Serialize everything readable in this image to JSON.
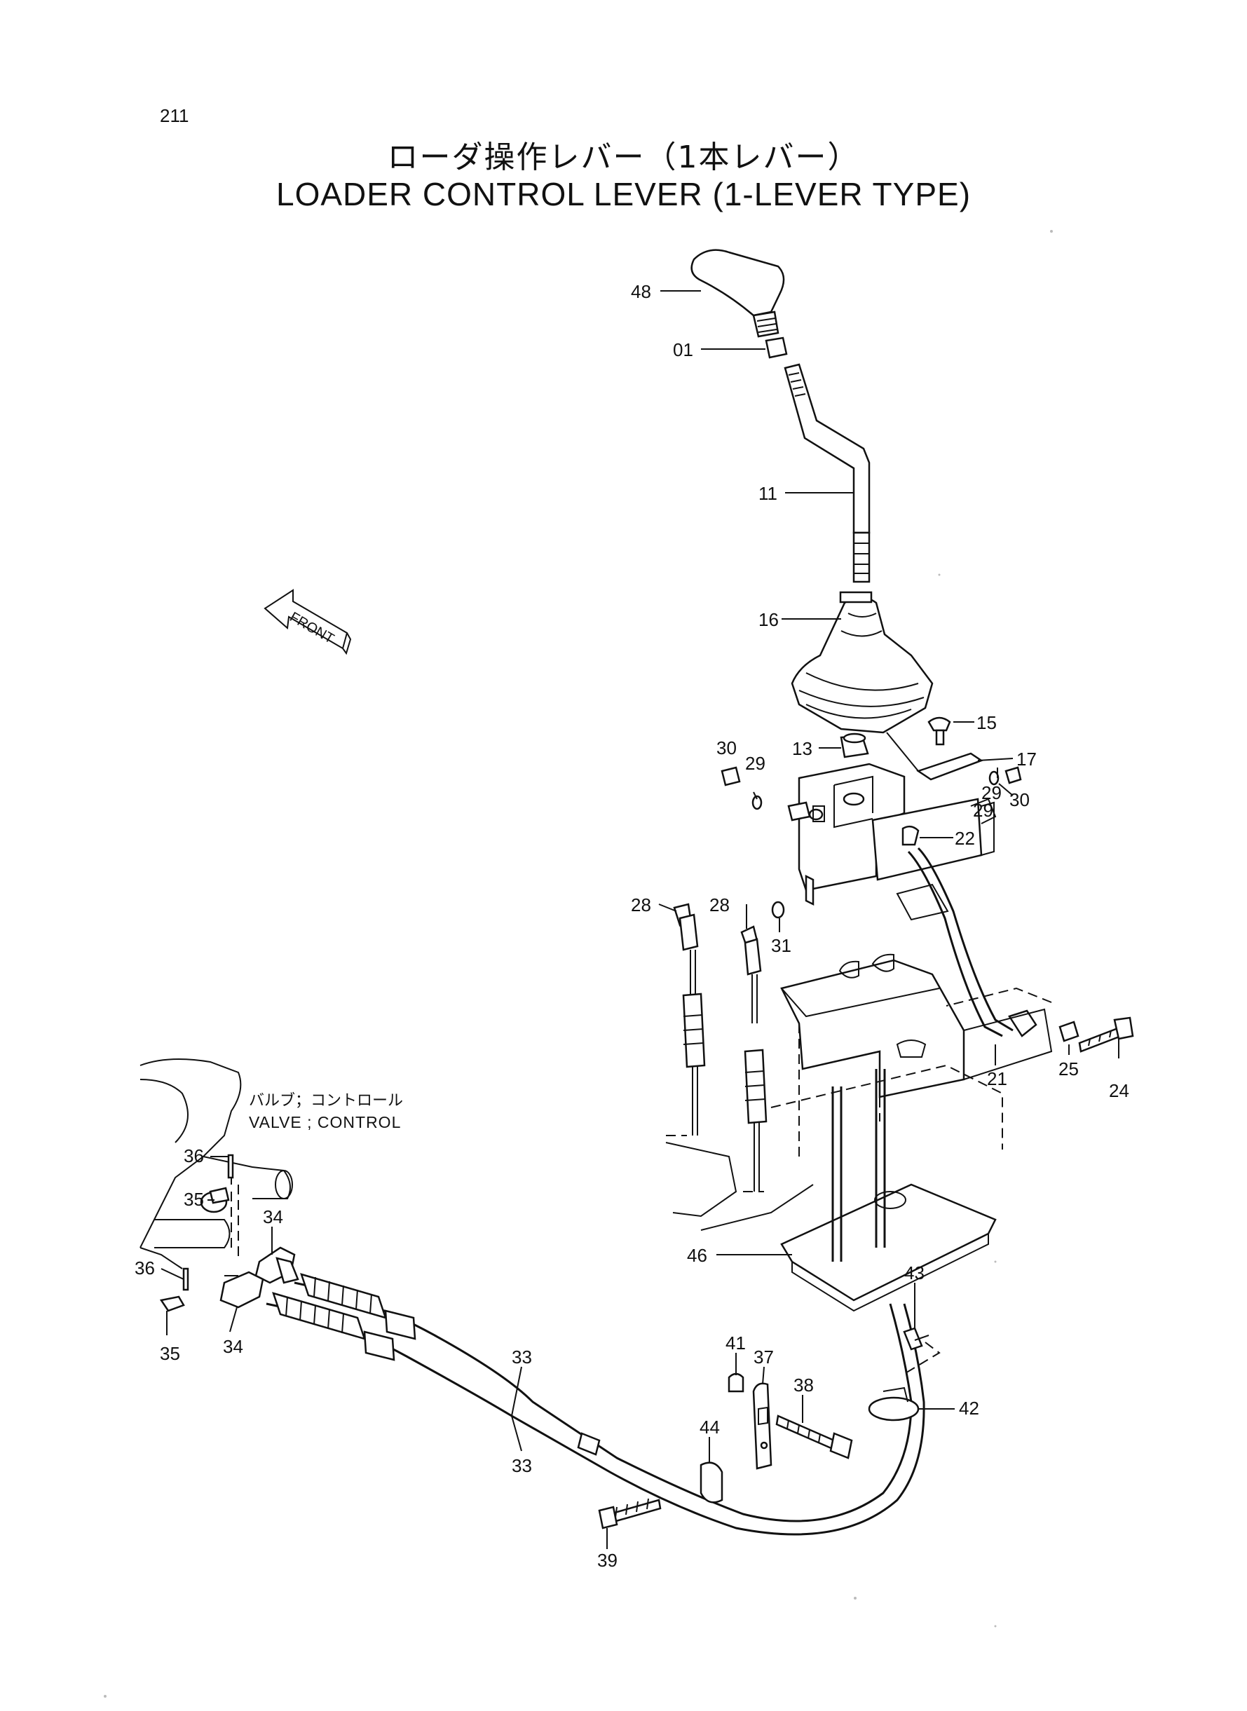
{
  "page_number": "211",
  "title": {
    "japanese": "ローダ操作レバー（1本レバー）",
    "english": "LOADER CONTROL LEVER (1-LEVER TYPE)"
  },
  "front_arrow_label": "FRONT",
  "valve_label": {
    "japanese": "バルブ；コントロール",
    "english": "VALVE ; CONTROL"
  },
  "callouts": [
    {
      "name": "callout-48",
      "text": "48"
    },
    {
      "name": "callout-01",
      "text": "01"
    },
    {
      "name": "callout-11",
      "text": "11"
    },
    {
      "name": "callout-16",
      "text": "16"
    },
    {
      "name": "callout-15",
      "text": "15"
    },
    {
      "name": "callout-17",
      "text": "17"
    },
    {
      "name": "callout-13",
      "text": "13"
    },
    {
      "name": "callout-30-left",
      "text": "30"
    },
    {
      "name": "callout-29-left",
      "text": "29"
    },
    {
      "name": "callout-29-right-upper",
      "text": "29"
    },
    {
      "name": "callout-30-right",
      "text": "30"
    },
    {
      "name": "callout-29-right-lower",
      "text": "29"
    },
    {
      "name": "callout-22",
      "text": "22"
    },
    {
      "name": "callout-28-left",
      "text": "28"
    },
    {
      "name": "callout-28-right",
      "text": "28"
    },
    {
      "name": "callout-31",
      "text": "31"
    },
    {
      "name": "callout-21",
      "text": "21"
    },
    {
      "name": "callout-25",
      "text": "25"
    },
    {
      "name": "callout-24",
      "text": "24"
    },
    {
      "name": "callout-36-upper",
      "text": "36"
    },
    {
      "name": "callout-35-upper",
      "text": "35"
    },
    {
      "name": "callout-34-upper",
      "text": "34"
    },
    {
      "name": "callout-36-lower",
      "text": "36"
    },
    {
      "name": "callout-35-lower",
      "text": "35"
    },
    {
      "name": "callout-34-lower",
      "text": "34"
    },
    {
      "name": "callout-46",
      "text": "46"
    },
    {
      "name": "callout-43",
      "text": "43"
    },
    {
      "name": "callout-41",
      "text": "41"
    },
    {
      "name": "callout-37",
      "text": "37"
    },
    {
      "name": "callout-38",
      "text": "38"
    },
    {
      "name": "callout-42",
      "text": "42"
    },
    {
      "name": "callout-44",
      "text": "44"
    },
    {
      "name": "callout-33-upper",
      "text": "33"
    },
    {
      "name": "callout-33-lower",
      "text": "33"
    },
    {
      "name": "callout-39",
      "text": "39"
    }
  ]
}
